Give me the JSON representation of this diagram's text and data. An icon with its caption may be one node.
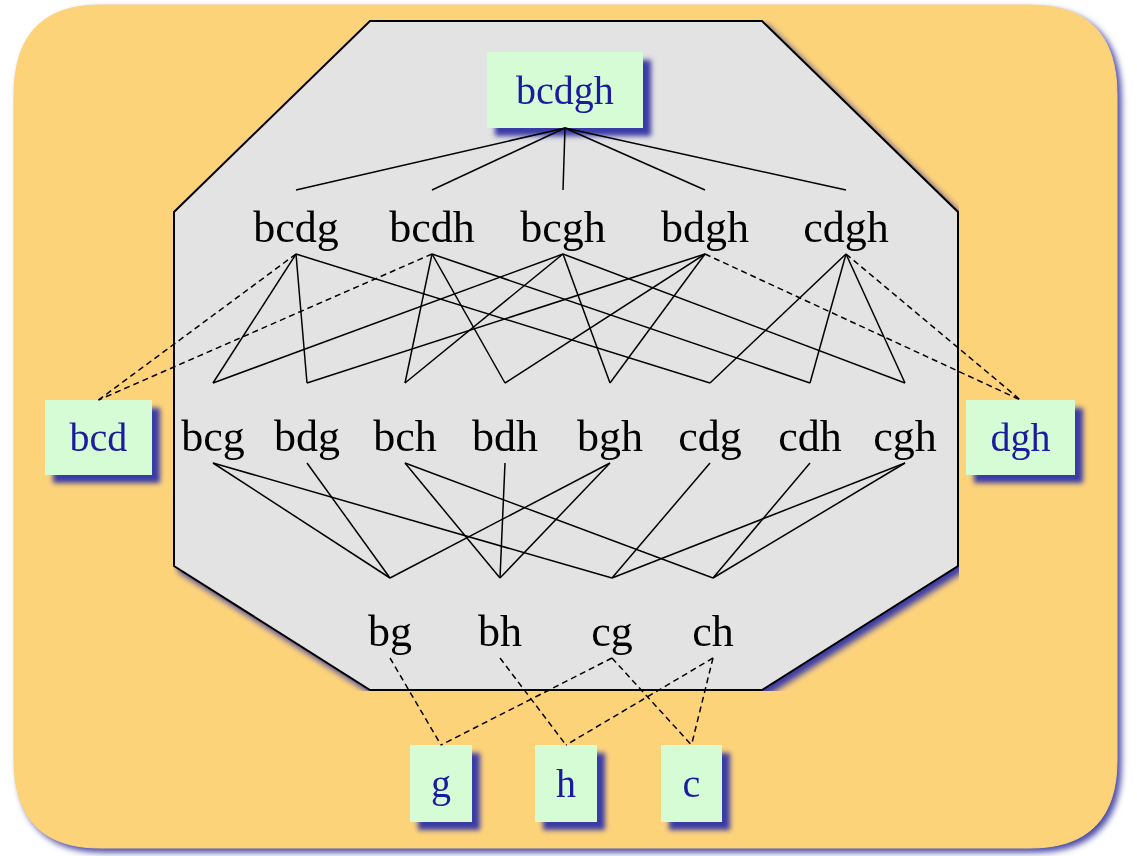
{
  "diagram": {
    "nodes": [
      {
        "text": [],
        "shape": "octagon"
      },
      {
        "text": [
          "bcdgh"
        ],
        "in": 0
      },
      {
        "text": [
          "bcdg"
        ],
        "in": 0
      },
      {
        "text": [
          "bcdh"
        ],
        "in": 0
      },
      {
        "text": [
          "bcgh"
        ],
        "in": 0
      },
      {
        "text": [
          "bdgh"
        ],
        "in": 0
      },
      {
        "text": [
          "cdgh"
        ],
        "in": 0
      },
      {
        "text": [
          "bcd"
        ]
      },
      {
        "text": [
          "bcg"
        ],
        "in": 0
      },
      {
        "text": [
          "bdg"
        ],
        "in": 0
      },
      {
        "text": [
          "bch"
        ],
        "in": 0
      },
      {
        "text": [
          "bdh"
        ],
        "in": 0
      },
      {
        "text": [
          "bgh"
        ],
        "in": 0
      },
      {
        "text": [
          "cdg"
        ],
        "in": 0
      },
      {
        "text": [
          "cdh"
        ],
        "in": 0
      },
      {
        "text": [
          "cgh"
        ],
        "in": 0
      },
      {
        "text": [
          "dgh"
        ]
      },
      {
        "text": [
          "bg"
        ],
        "in": 0
      },
      {
        "text": [
          "bh"
        ],
        "in": 0
      },
      {
        "text": [
          "cg"
        ],
        "in": 0
      },
      {
        "text": [
          "ch"
        ],
        "in": 0
      },
      {
        "text": [
          "g"
        ]
      },
      {
        "text": [
          "h"
        ]
      },
      {
        "text": [
          "c"
        ]
      }
    ],
    "edges": [
      {
        "from": 1,
        "to": 2,
        "arrow": "none"
      },
      {
        "from": 1,
        "to": 3,
        "arrow": "none"
      },
      {
        "from": 1,
        "to": 4,
        "arrow": "none"
      },
      {
        "from": 1,
        "to": 5,
        "arrow": "none"
      },
      {
        "from": 1,
        "to": 6,
        "arrow": "none"
      },
      {
        "from": 2,
        "to": 7,
        "arrow": "none",
        "style": "dashed"
      },
      {
        "from": 2,
        "to": 8,
        "arrow": "none"
      },
      {
        "from": 2,
        "to": 9,
        "arrow": "none"
      },
      {
        "from": 2,
        "to": 13,
        "arrow": "none"
      },
      {
        "from": 3,
        "to": 7,
        "arrow": "none",
        "style": "dashed"
      },
      {
        "from": 3,
        "to": 10,
        "arrow": "none"
      },
      {
        "from": 3,
        "to": 11,
        "arrow": "none"
      },
      {
        "from": 3,
        "to": 14,
        "arrow": "none"
      },
      {
        "from": 4,
        "to": 8,
        "arrow": "none"
      },
      {
        "from": 4,
        "to": 10,
        "arrow": "none"
      },
      {
        "from": 4,
        "to": 12,
        "arrow": "none"
      },
      {
        "from": 4,
        "to": 15,
        "arrow": "none"
      },
      {
        "from": 5,
        "to": 9,
        "arrow": "none"
      },
      {
        "from": 5,
        "to": 11,
        "arrow": "none"
      },
      {
        "from": 5,
        "to": 12,
        "arrow": "none"
      },
      {
        "from": 5,
        "to": 16,
        "arrow": "none",
        "style": "dashed"
      },
      {
        "from": 6,
        "to": 13,
        "arrow": "none"
      },
      {
        "from": 6,
        "to": 14,
        "arrow": "none"
      },
      {
        "from": 6,
        "to": 15,
        "arrow": "none"
      },
      {
        "from": 6,
        "to": 16,
        "arrow": "none",
        "style": "dashed"
      },
      {
        "from": 8,
        "to": 17,
        "arrow": "none"
      },
      {
        "from": 8,
        "to": 19,
        "arrow": "none"
      },
      {
        "from": 9,
        "to": 17,
        "arrow": "none"
      },
      {
        "from": 10,
        "to": 18,
        "arrow": "none"
      },
      {
        "from": 10,
        "to": 20,
        "arrow": "none"
      },
      {
        "from": 11,
        "to": 18,
        "arrow": "none"
      },
      {
        "from": 12,
        "to": 17,
        "arrow": "none"
      },
      {
        "from": 12,
        "to": 18,
        "arrow": "none"
      },
      {
        "from": 13,
        "to": 19,
        "arrow": "none"
      },
      {
        "from": 14,
        "to": 20,
        "arrow": "none"
      },
      {
        "from": 15,
        "to": 19,
        "arrow": "none"
      },
      {
        "from": 15,
        "to": 20,
        "arrow": "none"
      },
      {
        "from": 17,
        "to": 21,
        "arrow": "none",
        "style": "dashed"
      },
      {
        "from": 19,
        "to": 21,
        "arrow": "none",
        "style": "dashed"
      },
      {
        "from": 18,
        "to": 22,
        "arrow": "none",
        "style": "dashed"
      },
      {
        "from": 20,
        "to": 22,
        "arrow": "none",
        "style": "dashed"
      },
      {
        "from": 19,
        "to": 23,
        "arrow": "none",
        "style": "dashed"
      },
      {
        "from": 20,
        "to": 23,
        "arrow": "none",
        "style": "dashed"
      }
    ]
  }
}
